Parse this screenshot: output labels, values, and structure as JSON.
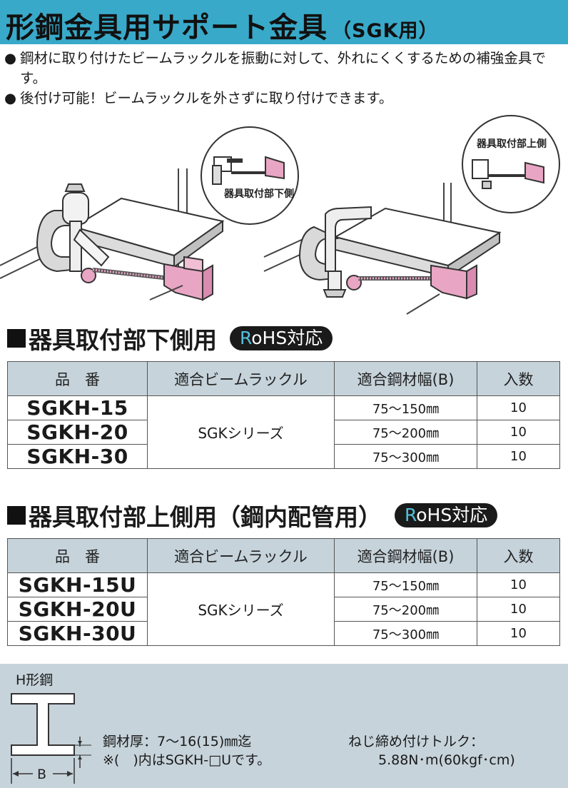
{
  "title": {
    "main": "形鋼金具用サポート金具",
    "sub": "（SGK用）"
  },
  "bullets": [
    {
      "mark": "●",
      "text": "鋼材に取り付けたビームラックルを振動に対して、外れにくくするための補強金具です。"
    },
    {
      "mark": "●",
      "text": "後付け可能！ビームラックルを外さずに取り付けできます。"
    }
  ],
  "illustration": {
    "callout_lower": "器具取付部下側",
    "callout_upper": "器具取付部上側"
  },
  "colors": {
    "title_band": "#39a9c9",
    "table_header": "#c6d3db",
    "pink": "#e9a6c4",
    "rohs_bg": "#1a1a1a",
    "rohs_r": "#54c0dd"
  },
  "sections": [
    {
      "heading": "器具取付部下側用",
      "badge": {
        "r": "R",
        "rest": "oHS対応"
      },
      "headers": [
        "品　番",
        "適合ビームラックル",
        "適合鋼材幅(B)",
        "入数"
      ],
      "series": "SGKシリーズ",
      "rows": [
        {
          "code": "SGKH-15",
          "width": "75～150㎜",
          "qty": "10"
        },
        {
          "code": "SGKH-20",
          "width": "75～200㎜",
          "qty": "10"
        },
        {
          "code": "SGKH-30",
          "width": "75～300㎜",
          "qty": "10"
        }
      ]
    },
    {
      "heading": "器具取付部上側用（鋼内配管用）",
      "badge": {
        "r": "R",
        "rest": "oHS対応"
      },
      "headers": [
        "品　番",
        "適合ビームラックル",
        "適合鋼材幅(B)",
        "入数"
      ],
      "series": "SGKシリーズ",
      "rows": [
        {
          "code": "SGKH-15U",
          "width": "75～150㎜",
          "qty": "10"
        },
        {
          "code": "SGKH-20U",
          "width": "75～200㎜",
          "qty": "10"
        },
        {
          "code": "SGKH-30U",
          "width": "75～300㎜",
          "qty": "10"
        }
      ]
    }
  ],
  "footer": {
    "h_label": "H形鋼",
    "b_label": "B",
    "thickness": "鋼材厚：7～16(15)㎜迄",
    "note": "※(　)内はSGKH-□Uです。",
    "torque_label": "ねじ締め付けトルク：",
    "torque_value": "5.88N･m(60kgf･cm)"
  }
}
